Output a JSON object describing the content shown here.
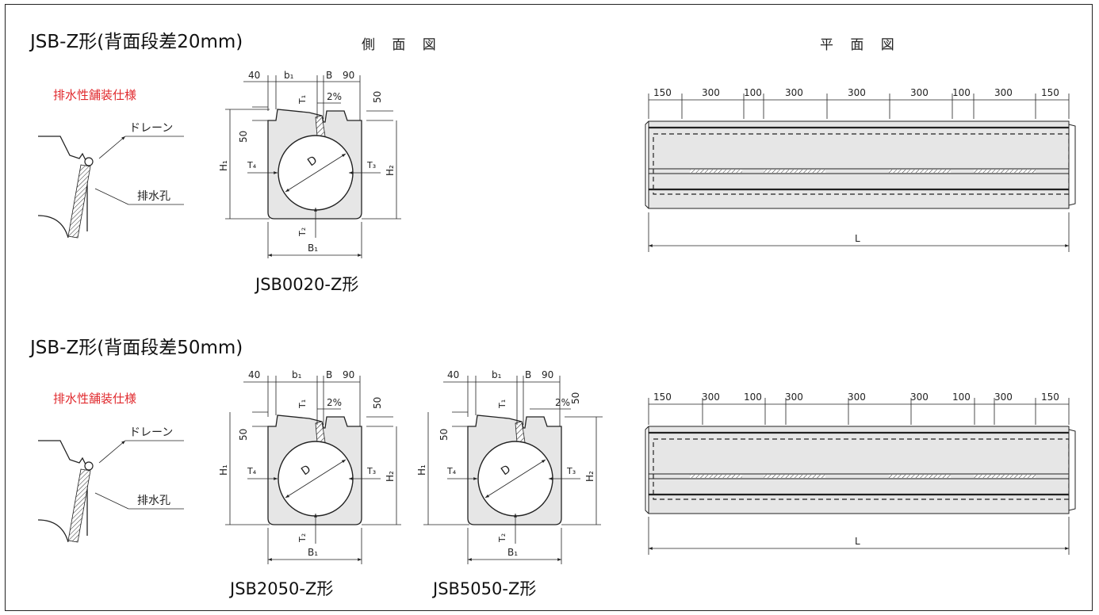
{
  "section1": {
    "title": "JSB-Z形(背面段差20mm)",
    "side_view_title": "側 面 図",
    "plan_view_title": "平 面 図",
    "drain_label": "排水性舗装仕様",
    "callout_drain": "ドレーン",
    "callout_hole": "排水孔",
    "model": "JSB0020-Z形"
  },
  "section2": {
    "title": "JSB-Z形(背面段差50mm)",
    "drain_label": "排水性舗装仕様",
    "callout_drain": "ドレーン",
    "callout_hole": "排水孔",
    "model_a": "JSB2050-Z形",
    "model_b": "JSB5050-Z形"
  },
  "side_dims": {
    "top_40": "40",
    "b1": "b₁",
    "B": "B",
    "top_90": "90",
    "T1": "T₁",
    "slope": "2%",
    "right_50": "50",
    "left_50": "50",
    "H1": "H₁",
    "H2": "H₂",
    "T4": "T₄",
    "T3": "T₃",
    "D": "D",
    "T2": "T₂",
    "B1": "B₁"
  },
  "plan_dims": {
    "segments": [
      "150",
      "300",
      "100",
      "300",
      "300",
      "300",
      "100",
      "300",
      "150"
    ],
    "length": "L"
  },
  "colors": {
    "concrete": "#e6e6e6",
    "outline": "#222222",
    "accent_red": "#e0282c"
  }
}
